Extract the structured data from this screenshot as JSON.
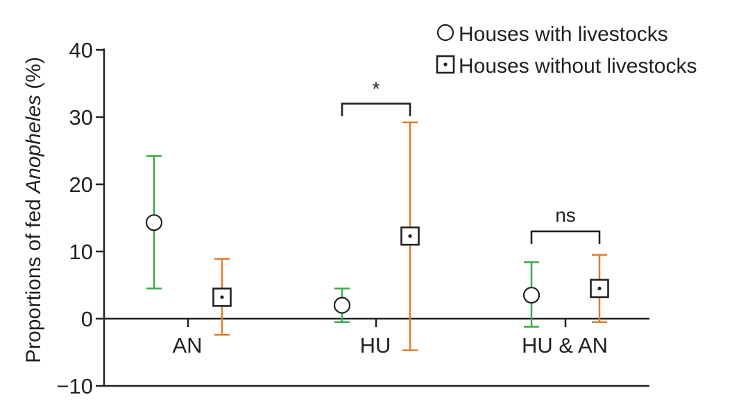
{
  "chart_data": {
    "type": "scatter",
    "ylabel_prefix": "Proportions of fed ",
    "ylabel_italic": "Anopheles",
    "ylabel_suffix": " (%)",
    "ylim": [
      -10,
      40
    ],
    "yticks": [
      -10,
      0,
      10,
      20,
      30,
      40
    ],
    "ytick_labels": [
      "−10",
      "0",
      "10",
      "20",
      "30",
      "40"
    ],
    "categories": [
      "AN",
      "HU",
      "HU & AN"
    ],
    "series": [
      {
        "name": "Houses with livestocks",
        "marker": "circle",
        "color": "#3aaa4a",
        "values": [
          14.3,
          2.0,
          3.5
        ],
        "ci_low": [
          4.5,
          -0.5,
          -1.2
        ],
        "ci_high": [
          24.2,
          4.5,
          8.4
        ]
      },
      {
        "name": "Houses without livestocks",
        "marker": "square-dot",
        "color": "#e07b2e",
        "values": [
          3.2,
          12.3,
          4.5
        ],
        "ci_low": [
          -2.4,
          -4.7,
          -0.5
        ],
        "ci_high": [
          8.9,
          29.2,
          9.5
        ]
      }
    ],
    "significance": [
      {
        "category": "HU",
        "label": "*",
        "bracket_y": 32.0
      },
      {
        "category": "HU & AN",
        "label": "ns",
        "bracket_y": 13.0
      }
    ],
    "grid": false,
    "legend_position": "top-right"
  }
}
